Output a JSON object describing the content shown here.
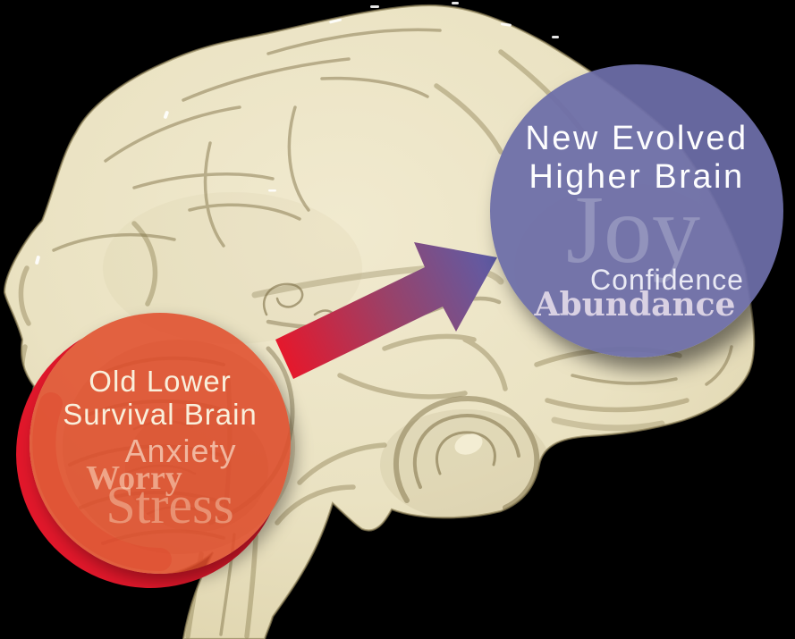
{
  "stage": {
    "background": "#000000"
  },
  "brain": {
    "description": "hand-drawn sagittal brain illustration",
    "base_color": "#ebe3c4",
    "shade_color": "#8d7f56",
    "outline_color": "#8f8158"
  },
  "old_circle": {
    "fill": "rgba(224,77,44,0.87)",
    "crescent_color": "#e2182b",
    "line1": "Old Lower",
    "line2": "Survival Brain",
    "word1": "Anxiety",
    "word2": "Worry",
    "word3": "Stress"
  },
  "new_circle": {
    "fill": "rgba(108,109,168,0.94)",
    "line1": "New Evolved",
    "line2": "Higher Brain",
    "word1": "Joy",
    "word2": "Confidence",
    "word3": "Abundance"
  },
  "arrow": {
    "start_color": "#e5182c",
    "mid_color": "#9a4168",
    "end_color": "#5c5da8"
  }
}
